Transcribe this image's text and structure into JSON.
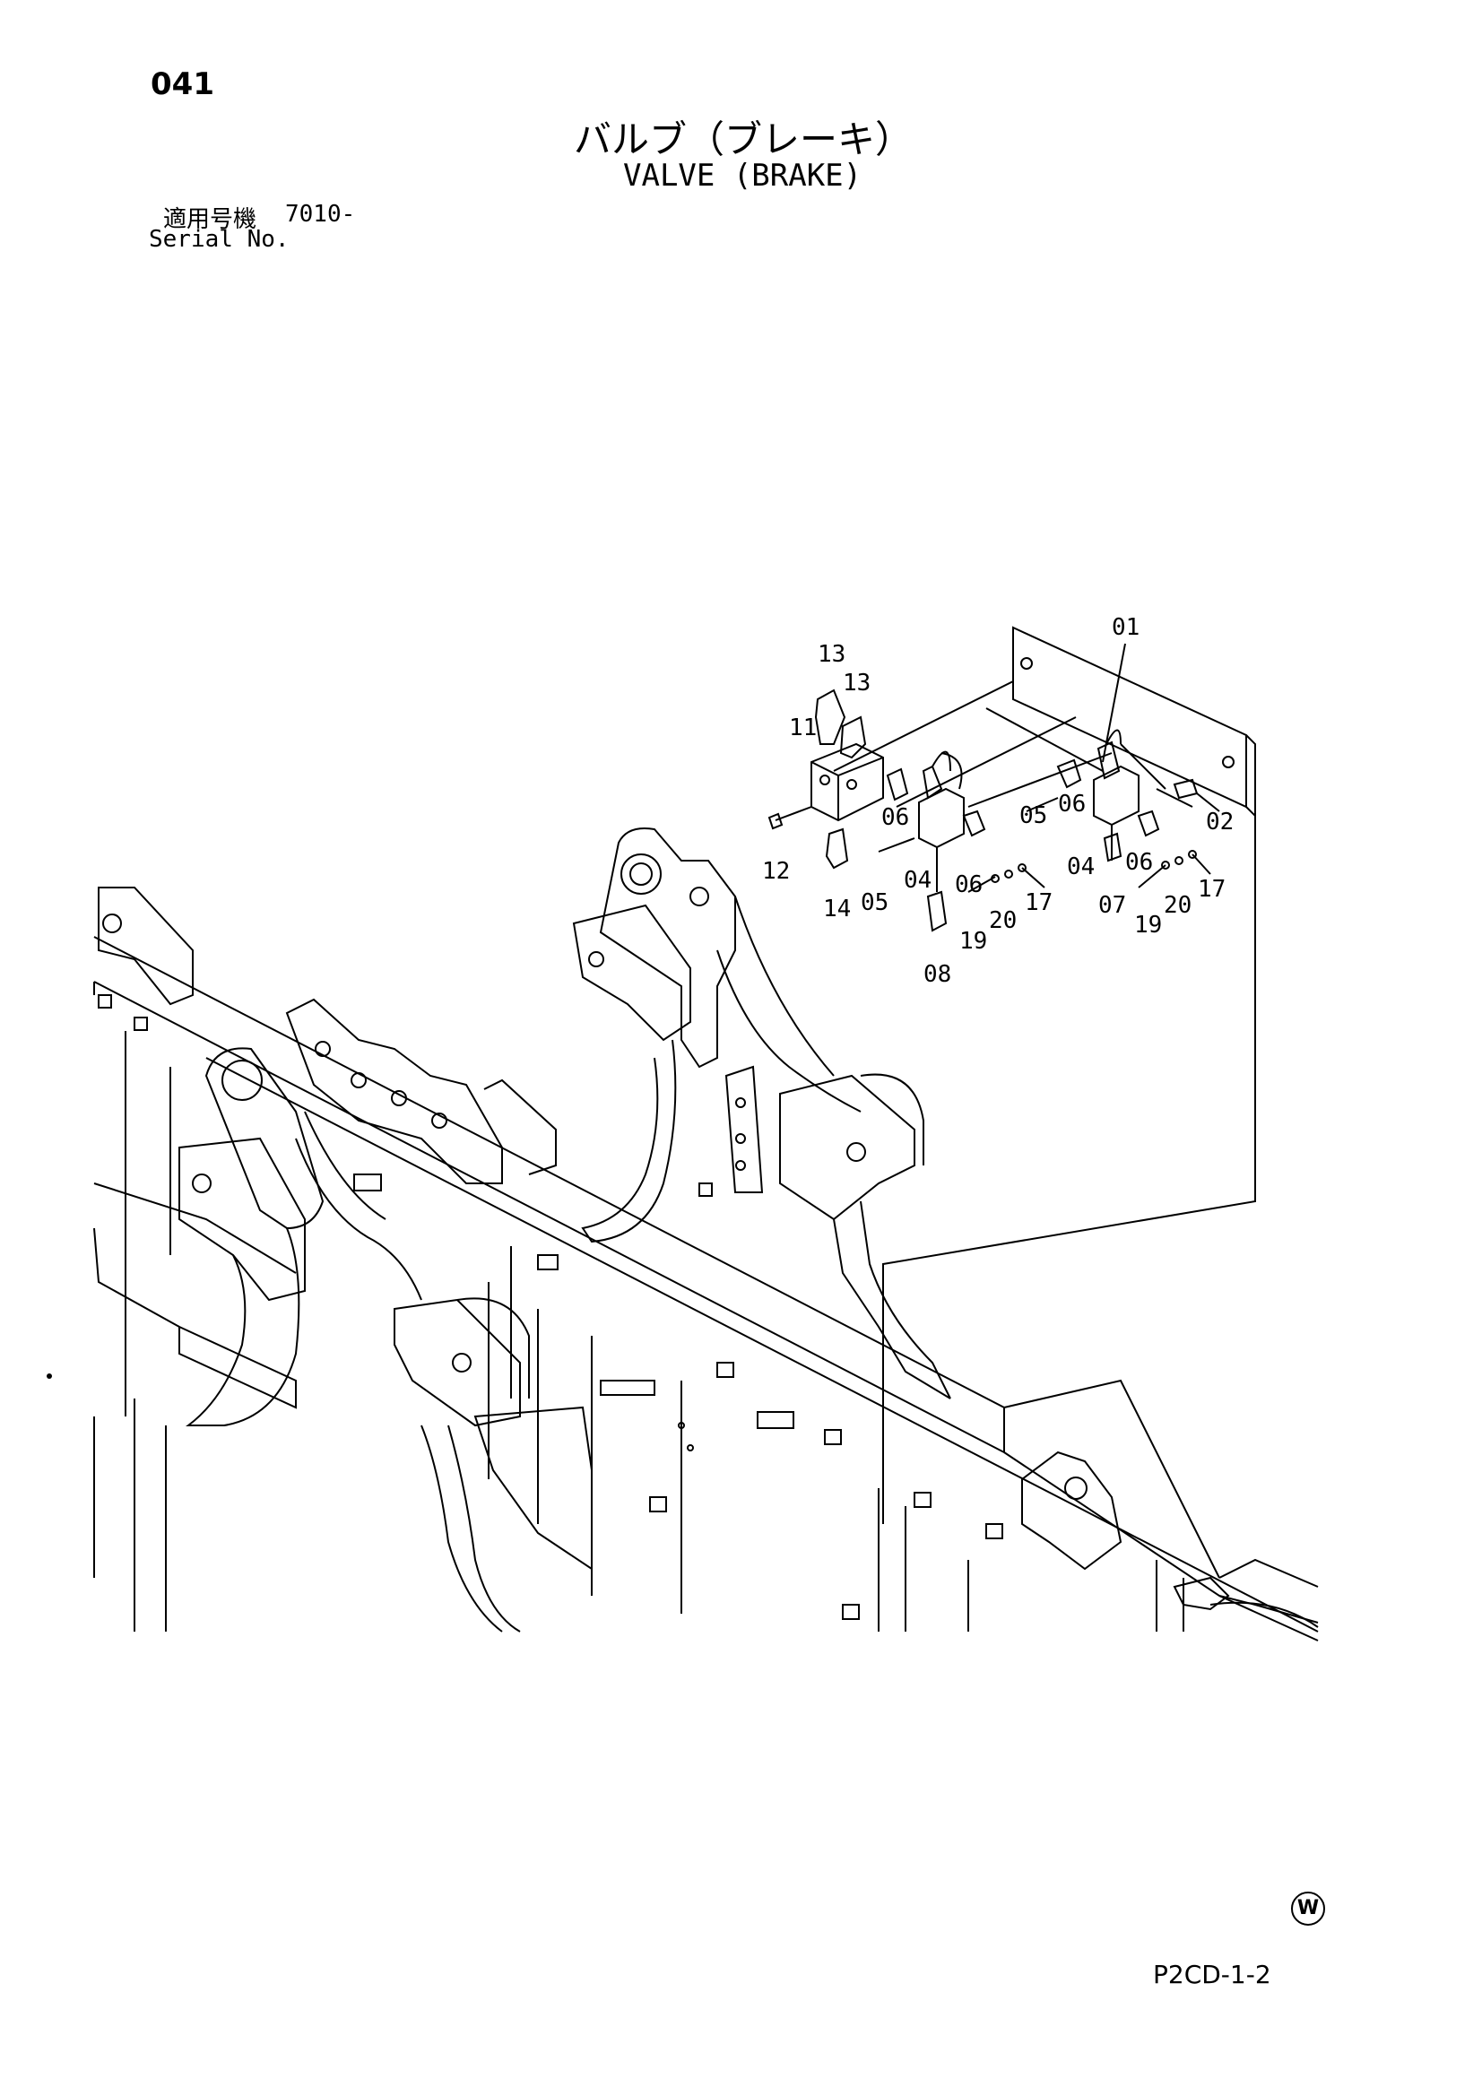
{
  "header": {
    "page_number": "041",
    "title_ja": "バルブ（ブレーキ）",
    "title_en": "VALVE (BRAKE)",
    "serial_label_ja": "適用号機",
    "serial_value": "7010-",
    "serial_label_en": "Serial No."
  },
  "callouts": {
    "c01": "01",
    "c02": "02",
    "c04a": "04",
    "c04b": "04",
    "c05a": "05",
    "c05b": "05",
    "c06a": "06",
    "c06b": "06",
    "c06c": "06",
    "c06d": "06",
    "c07": "07",
    "c08": "08",
    "c11": "11",
    "c12": "12",
    "c13a": "13",
    "c13b": "13",
    "c14": "14",
    "c17a": "17",
    "c17b": "17",
    "c19a": "19",
    "c19b": "19",
    "c20a": "20",
    "c20b": "20"
  },
  "footer": {
    "mark": "W",
    "drawing_code": "P2CD-1-2"
  }
}
